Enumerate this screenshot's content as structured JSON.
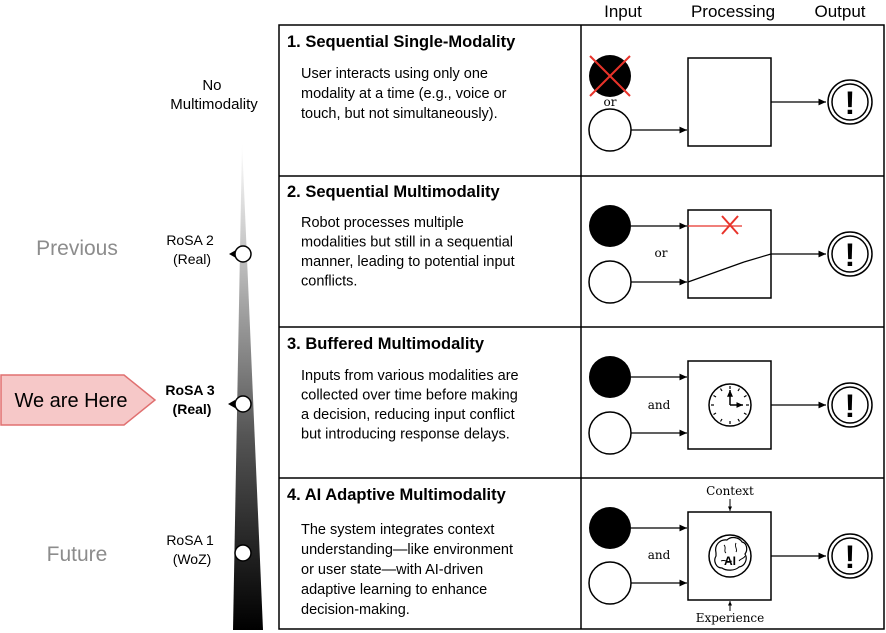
{
  "column_headers": [
    "Input",
    "Processing",
    "Output"
  ],
  "left": {
    "top_label_lines": [
      "No",
      "Multimodality"
    ],
    "previous_label": "Previous",
    "future_label": "Future",
    "here_arrow_label": "We are Here",
    "milestones": [
      {
        "lines": [
          "RoSA 2",
          "(Real)"
        ]
      },
      {
        "lines": [
          "RoSA 3",
          "(Real)"
        ]
      },
      {
        "lines": [
          "RoSA 1",
          "(WoZ)"
        ]
      }
    ]
  },
  "rows": [
    {
      "title": "1. Sequential Single-Modality",
      "desc": [
        "User interacts using only one",
        "modality at a time (e.g., voice or",
        "touch, but not simultaneously)."
      ],
      "connector": "or"
    },
    {
      "title": "2. Sequential Multimodality",
      "desc": [
        "Robot processes multiple",
        "modalities but still in a sequential",
        "manner, leading to potential input",
        "conflicts."
      ],
      "connector": "or"
    },
    {
      "title": "3. Buffered Multimodality",
      "desc": [
        "Inputs from various modalities are",
        "collected over time before making",
        "a decision, reducing input conflict",
        "but introducing response delays."
      ],
      "connector": "and"
    },
    {
      "title": "4. AI Adaptive Multimodality",
      "desc": [
        "The system integrates context",
        "understanding—like environment",
        "or user state—with AI-driven",
        "adaptive learning to enhance",
        "decision-making."
      ],
      "connector": "and",
      "context_label": "Context",
      "experience_label": "Experience",
      "ai_label": "AI"
    }
  ],
  "colors": {
    "previous_text": "#8c8c8c",
    "future_text": "#8c8c8c",
    "here_fill": "#f6c8c8",
    "here_stroke": "#e07070",
    "cross": "#e8332a"
  }
}
